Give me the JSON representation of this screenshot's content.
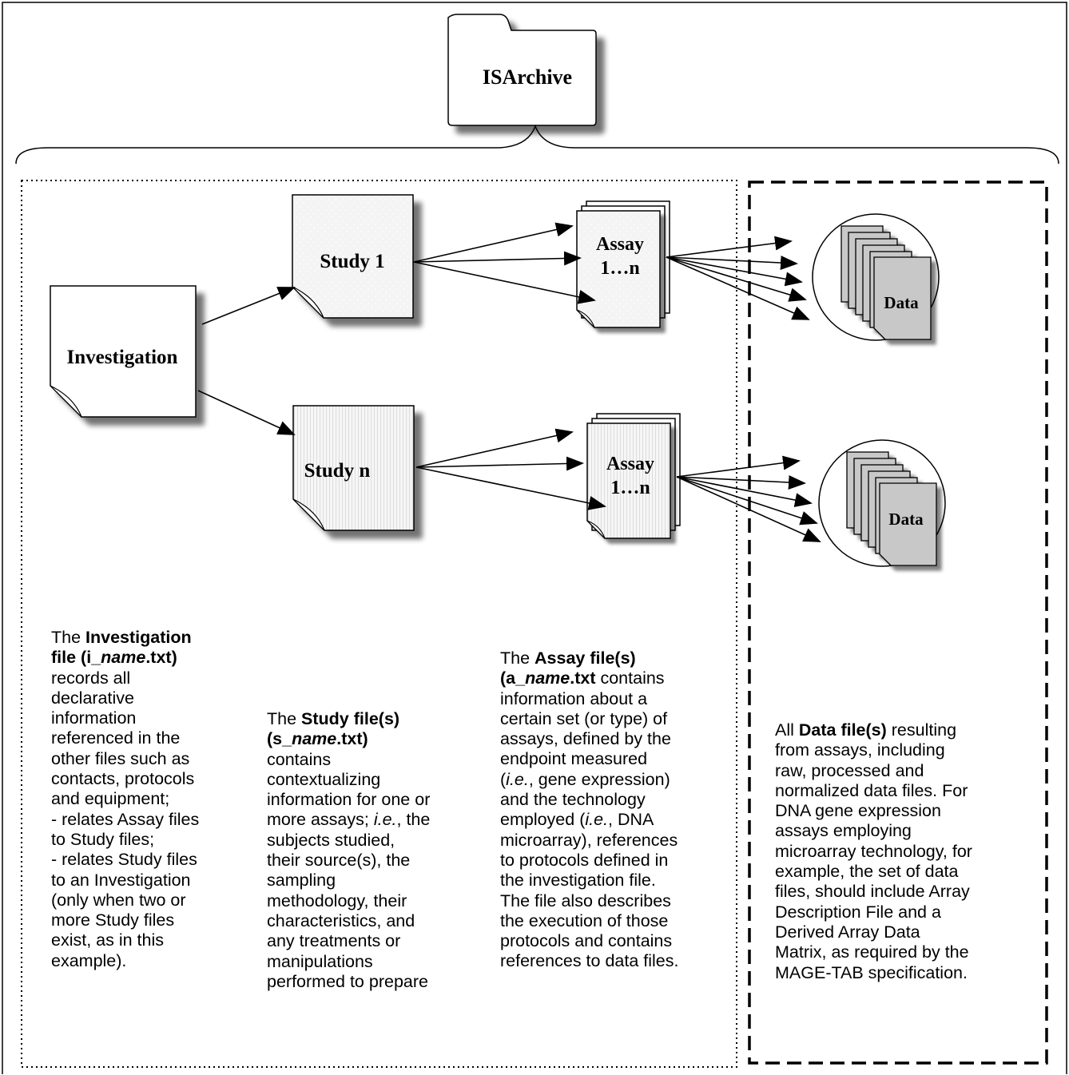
{
  "archive": {
    "label": "ISArchive"
  },
  "nodes": {
    "investigation": "Investigation",
    "study_1": "Study 1",
    "study_n": "Study n",
    "assay_1": {
      "line1": "Assay",
      "line2": "1…n"
    },
    "assay_n": {
      "line1": "Assay",
      "line2": "1…n"
    },
    "data_1": "Data",
    "data_2": "Data"
  },
  "descriptions": {
    "investigation": {
      "l1a": "The ",
      "l1b": "Investigation",
      "l2a": "file (i_",
      "l2b": "name",
      "l2c": ".txt)",
      "l3": "records all",
      "l4": "declarative",
      "l5": "information",
      "l6": "referenced in the",
      "l7": "other files such as",
      "l8": "contacts, protocols",
      "l9": "and equipment;",
      "l10": "- relates Assay files",
      "l11": "to Study files;",
      "l12": "- relates Study files",
      "l13": "to an Investigation",
      "l14": "(only when two or",
      "l15": "more Study files",
      "l16": "exist, as in this",
      "l17": "example)."
    },
    "study": {
      "l1a": "The ",
      "l1b": "Study file(s)",
      "l2a": "(s_",
      "l2b": "name",
      "l2c": ".txt)",
      "l3": "contains",
      "l4": "contextualizing",
      "l5": "information for one or",
      "l6a": "more assays; ",
      "l6b": "i.e.",
      "l6c": ", the",
      "l7": "subjects studied,",
      "l8": "their source(s), the",
      "l9": "sampling",
      "l10": "methodology, their",
      "l11": "characteristics, and",
      "l12": "any treatments or",
      "l13": "manipulations",
      "l14": "performed to prepare"
    },
    "assay": {
      "l1a": "The ",
      "l1b": "Assay file(s)",
      "l2a": "(a_",
      "l2b": "name",
      "l2c": ".txt",
      "l2d": " contains",
      "l3": "information about a",
      "l4": "certain set (or type) of",
      "l5": "assays, defined by the",
      "l6": "endpoint measured",
      "l7a": "(",
      "l7b": "i.e.",
      "l7c": ", gene expression)",
      "l8": "and the technology",
      "l9a": "employed (",
      "l9b": "i.e.",
      "l9c": ", DNA",
      "l10": "microarray), references",
      "l11": "to protocols defined in",
      "l12": "the investigation file.",
      "l13": "The file also describes",
      "l14": "the execution of those",
      "l15": "protocols and contains",
      "l16": "references to data files."
    },
    "data": {
      "l1a": "All ",
      "l1b": "Data file(s)",
      "l1c": " resulting",
      "l2": "from assays, including",
      "l3": "raw, processed and",
      "l4": "normalized data files. For",
      "l5": "DNA gene expression",
      "l6": "assays employing",
      "l7": "microarray technology, for",
      "l8": "example, the set of data",
      "l9": "files, should include Array",
      "l10": "Description File and a",
      "l11": "Derived Array Data",
      "l12": "Matrix, as required by the",
      "l13": "MAGE-TAB specification."
    }
  }
}
